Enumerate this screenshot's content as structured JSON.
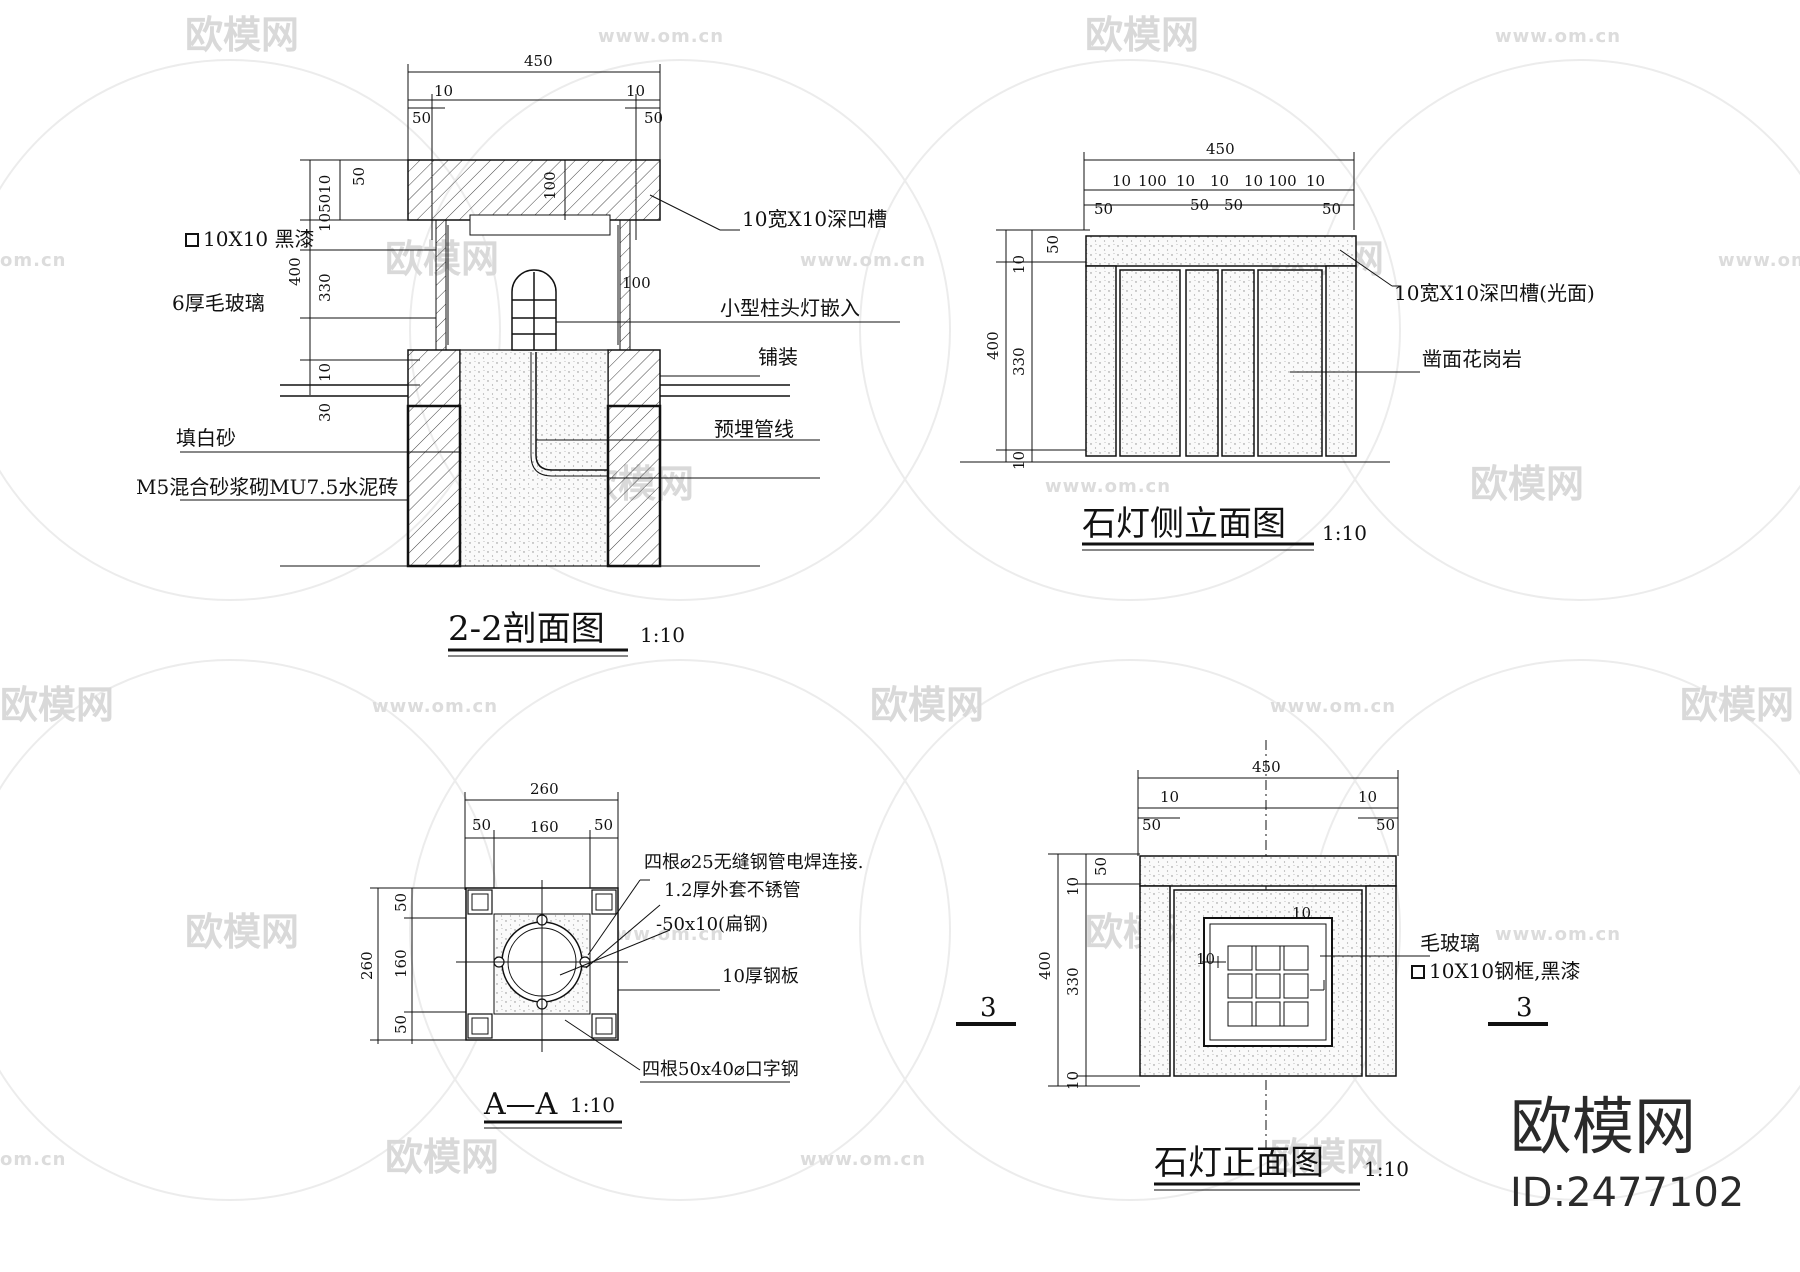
{
  "watermark": {
    "brand": "欧模网",
    "url": "www.om.cn",
    "url_short": "om.cn",
    "corner_brand": "欧模网",
    "corner_id": "ID:2477102"
  },
  "section_2_2": {
    "title": "2-2剖面图",
    "scale": "1:10",
    "dims": {
      "overall_width": "450",
      "top_left_10": "10",
      "top_right_10": "10",
      "top_left_50": "50",
      "top_right_50": "50",
      "v_50": "50",
      "v_105010": "105010",
      "v_400": "400",
      "v_330": "330",
      "v_10": "10",
      "v_30": "30",
      "inner_100_top": "100",
      "inner_100_mid": "100"
    },
    "notes": {
      "paint": "10X10 黑漆",
      "glass": "6厚毛玻璃",
      "groove": "10宽X10深凹槽",
      "lamp": "小型柱头灯嵌入",
      "paving": "铺装",
      "sand": "填白砂",
      "pipe": "预埋管线",
      "brick": "M5混合砂浆砌MU7.5水泥砖"
    }
  },
  "side_elevation": {
    "title": "石灯侧立面图",
    "scale": "1:10",
    "dims": {
      "overall_width": "450",
      "top_row": [
        "10",
        "100",
        "10",
        "10",
        "10",
        "100",
        "10"
      ],
      "bottom_row": [
        "50",
        "50",
        "50",
        "50"
      ],
      "v_400": "400",
      "v_10_top": "10",
      "v_50": "50",
      "v_330": "330",
      "v_10_bottom": "10"
    },
    "notes": {
      "groove": "10宽X10深凹槽(光面)",
      "granite": "凿面花岗岩"
    }
  },
  "section_a_a": {
    "title": "A—A",
    "scale": "1:10",
    "dims": {
      "overall_width": "260",
      "w_50_left": "50",
      "w_160": "160",
      "w_50_right": "50",
      "overall_height": "260",
      "h_50_top": "50",
      "h_160": "160",
      "h_50_bottom": "50"
    },
    "notes": {
      "pipes_1": "四根⌀25无缝钢管电焊连接.",
      "pipes_2": "1.2厚外套不锈管",
      "flat_steel": "-50x10(扁钢)",
      "plate": "10厚钢板",
      "channel": "四根50x40⌀口字钢"
    }
  },
  "front_elevation": {
    "title": "石灯正面图",
    "scale": "1:10",
    "section_mark": "3",
    "dims": {
      "overall_width": "450",
      "top_10_left": "10",
      "top_10_right": "10",
      "top_50_left": "50",
      "top_50_right": "50",
      "v_400": "400",
      "v_10_top": "10",
      "v_50": "50",
      "v_330": "330",
      "v_10_bottom": "10",
      "inner_10": "10"
    },
    "notes": {
      "glass": "毛玻璃",
      "frame": "10X10钢框,黑漆"
    }
  }
}
